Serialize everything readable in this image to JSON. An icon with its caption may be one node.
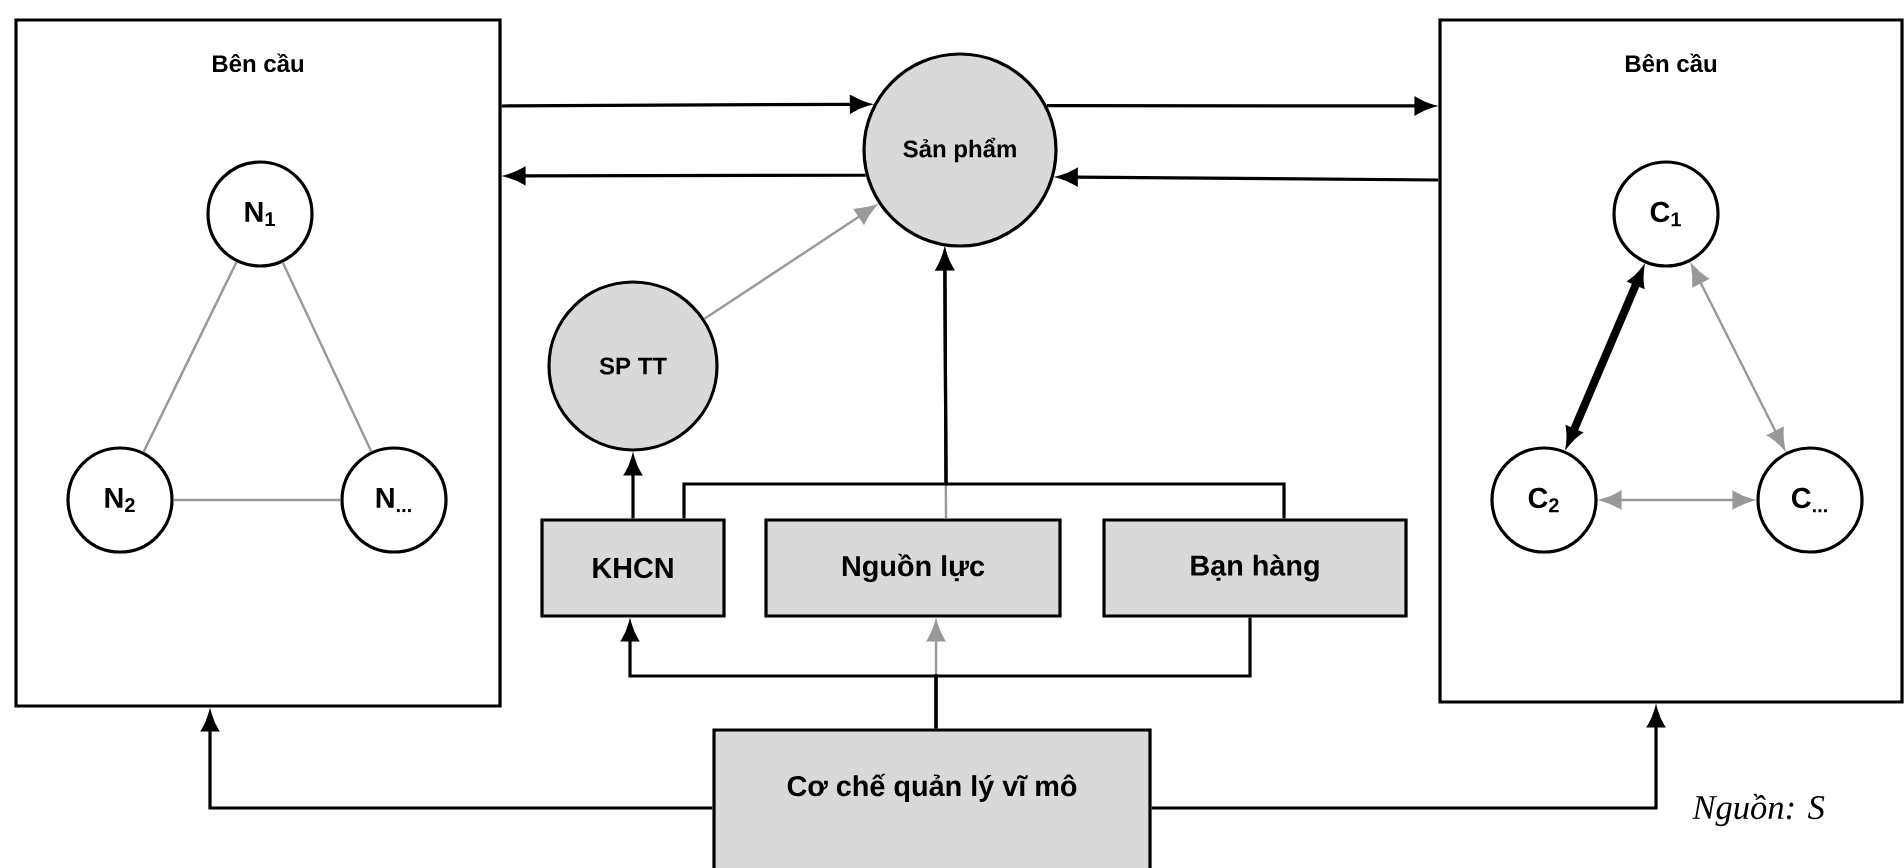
{
  "diagram": {
    "nodes": [
      {
        "text": [
          "Bên cầu"
        ]
      },
      {
        "text": [
          "N$_{1}$"
        ],
        "in": 0
      },
      {
        "text": [
          "N$_{2}$"
        ],
        "in": 0
      },
      {
        "text": [
          "N$_{...}$"
        ],
        "in": 0
      },
      {
        "text": [
          "Sản phẩm"
        ]
      },
      {
        "text": [
          "SP TT"
        ]
      },
      {
        "text": [
          "KHCN"
        ]
      },
      {
        "text": [
          "Nguồn lực"
        ]
      },
      {
        "text": [
          "Bạn hàng"
        ]
      },
      {
        "text": [
          "Cơ chế quản lý vĩ mô"
        ]
      },
      {
        "text": [
          "Bên cầu"
        ]
      },
      {
        "text": [
          "C$_{1}$"
        ],
        "in": 10
      },
      {
        "text": [
          "C$_{2}$"
        ],
        "in": 10
      },
      {
        "text": [
          "C$_{...}$"
        ],
        "in": 10
      }
    ],
    "edges": [
      {
        "from": 0,
        "to": 4,
        "arrow": "to"
      },
      {
        "from": 4,
        "to": 0,
        "arrow": "to"
      },
      {
        "from": 4,
        "to": 10,
        "arrow": "to"
      },
      {
        "from": 10,
        "to": 4,
        "arrow": "to"
      },
      {
        "from": 5,
        "to": 4,
        "arrow": "to",
        "color": "#999999"
      },
      {
        "from": 6,
        "to": 5,
        "arrow": "to"
      },
      {
        "from": 6,
        "to": 4,
        "arrow": "to"
      },
      {
        "from": 7,
        "to": 4,
        "arrow": "to",
        "color": "#999999"
      },
      {
        "from": 8,
        "to": 4,
        "arrow": "to"
      },
      {
        "from": 9,
        "to": 0,
        "arrow": "to"
      },
      {
        "from": 9,
        "to": 10,
        "arrow": "to"
      },
      {
        "from": 9,
        "to": 7,
        "arrow": "to",
        "color": "#999999"
      },
      {
        "from": 9,
        "to": 6,
        "arrow": "to"
      },
      {
        "from": 9,
        "to": 8,
        "arrow": "none"
      },
      {
        "from": 1,
        "to": 2,
        "arrow": "none",
        "color": "#999999"
      },
      {
        "from": 1,
        "to": 3,
        "arrow": "none",
        "color": "#999999"
      },
      {
        "from": 2,
        "to": 3,
        "arrow": "none",
        "color": "#999999"
      },
      {
        "from": 11,
        "to": 12,
        "arrow": "both",
        "style": "thick"
      },
      {
        "from": 11,
        "to": 13,
        "arrow": "both",
        "color": "#999999"
      },
      {
        "from": 12,
        "to": 13,
        "arrow": "both",
        "color": "#999999"
      }
    ],
    "labels": [
      "Nguồn: S"
    ]
  }
}
